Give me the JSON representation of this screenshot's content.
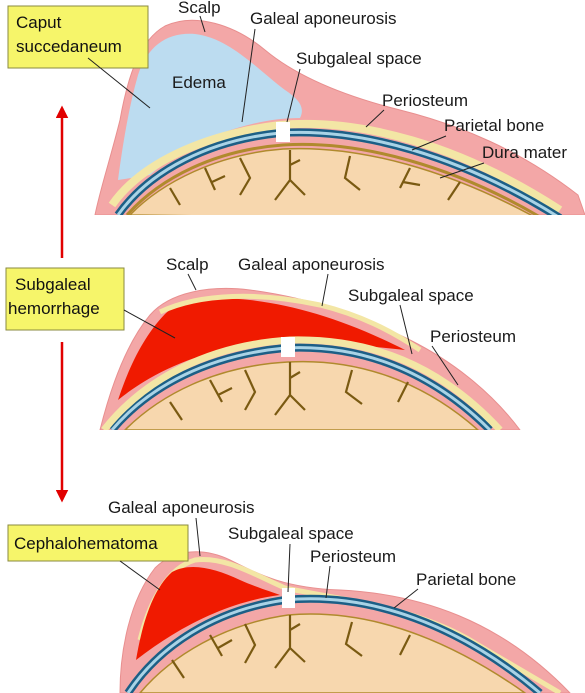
{
  "colors": {
    "scalp": "#f3a7a7",
    "aponeurosis": "#f3e6a5",
    "edema": "#bcdcf0",
    "hemorrhage": "#f01a00",
    "bone_outer": "#1c5f86",
    "bone_inner": "#a9d3e6",
    "brain": "#f7d7ae",
    "sulci": "#7a5a12",
    "dura": "#b08a2d",
    "callout_fill": "#f6f56a",
    "arrow": "#e10000"
  },
  "panel1": {
    "callout": [
      "Caput",
      "succedaneum"
    ],
    "labels": {
      "scalp": "Scalp",
      "galeal": "Galeal aponeurosis",
      "subgaleal": "Subgaleal space",
      "edema": "Edema",
      "periosteum": "Periosteum",
      "parietal": "Parietal bone",
      "dura": "Dura mater"
    }
  },
  "panel2": {
    "callout": [
      "Subgaleal",
      "hemorrhage"
    ],
    "labels": {
      "scalp": "Scalp",
      "galeal": "Galeal aponeurosis",
      "subgaleal": "Subgaleal space",
      "periosteum": "Periosteum"
    }
  },
  "panel3": {
    "callout": [
      "Cephalohematoma"
    ],
    "labels": {
      "galeal": "Galeal aponeurosis",
      "subgaleal": "Subgaleal space",
      "periosteum": "Periosteum",
      "parietal": "Parietal bone"
    }
  }
}
